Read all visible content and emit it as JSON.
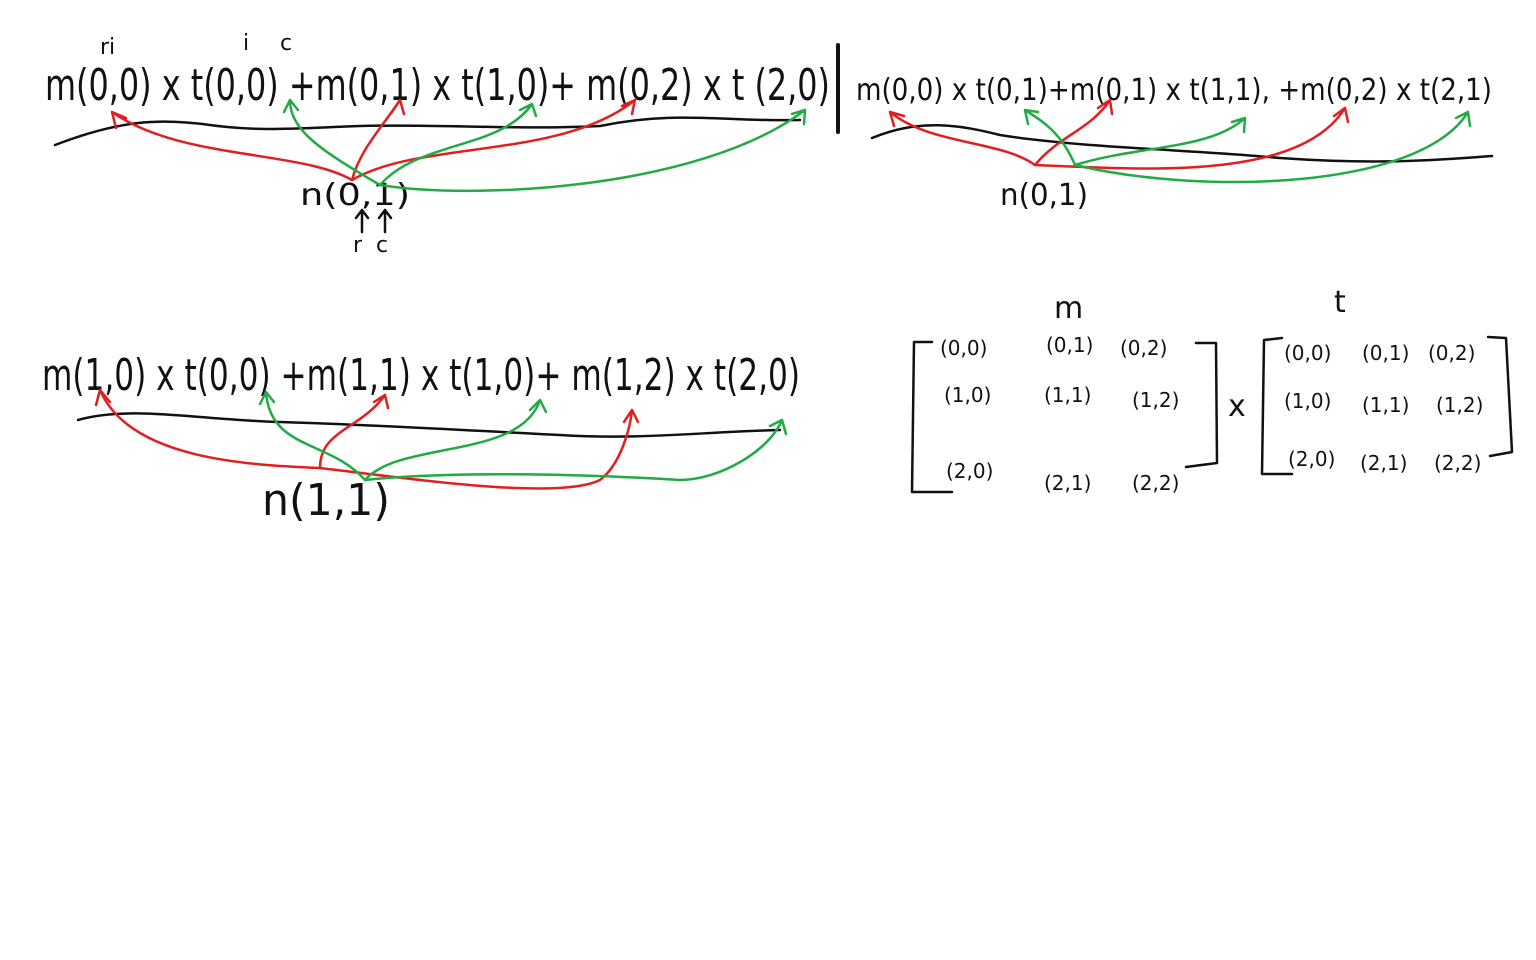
{
  "colors": {
    "ink": "#111111",
    "red": "#e02020",
    "green": "#22aa44"
  },
  "top_left": {
    "expression": "m(0,0) x t(0,0) +m(0,1) x t(1,0)+ m(0,2) x t (2,0)",
    "label_ri": "ri",
    "label_i": "i",
    "label_c": "c",
    "target": "n(0,1)",
    "sub_r": "r",
    "sub_c": "c"
  },
  "top_right": {
    "expression": "m(0,0) x t(0,1)+m(0,1) x t(1,1), +m(0,2) x t(2,1)",
    "target": "n(0,1)"
  },
  "bottom_left": {
    "expression": "m(1,0) x t(0,0) +m(1,1) x t(1,0)+ m(1,2) x t(2,0)",
    "target": "n(1,1)"
  },
  "matrix_m": {
    "label": "m",
    "cells": [
      [
        "(0,0)",
        "(0,1)",
        "(0,2)"
      ],
      [
        "(1,0)",
        "(1,1)",
        "(1,2)"
      ],
      [
        "(2,0)",
        "(2,1)",
        "(2,2)"
      ]
    ]
  },
  "times": "x",
  "matrix_t": {
    "label": "t",
    "cells": [
      [
        "(0,0)",
        "(0,1)",
        "(0,2)"
      ],
      [
        "(1,0)",
        "(1,1)",
        "(1,2)"
      ],
      [
        "(2,0)",
        "(2,1)",
        "(2,2)"
      ]
    ]
  }
}
